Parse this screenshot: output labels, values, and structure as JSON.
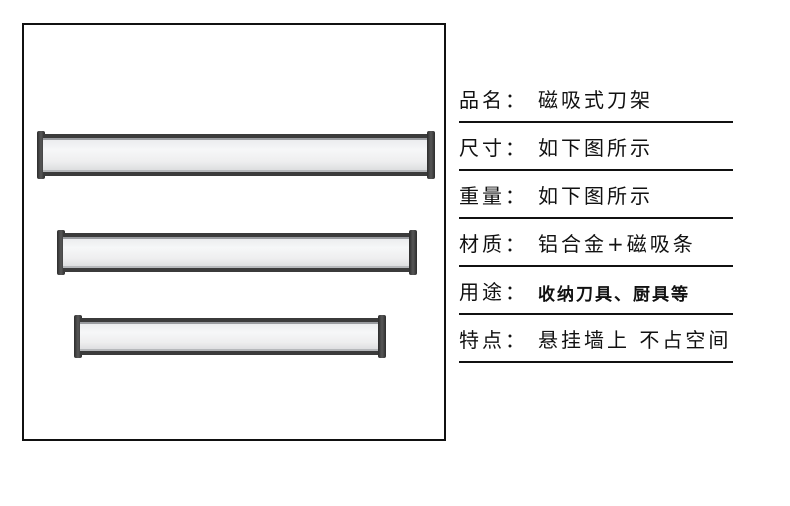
{
  "specs": [
    {
      "label": "品名",
      "separator": "：",
      "value": "磁吸式刀架"
    },
    {
      "label": "尺寸",
      "separator": "：",
      "value": "如下图所示"
    },
    {
      "label": "重量",
      "separator": "：",
      "value": "如下图所示"
    },
    {
      "label": "材质",
      "separator": "：",
      "value": "铝合金+磁吸条"
    },
    {
      "label": "用途",
      "separator": "：",
      "value": "收纳刀具、厨具等"
    },
    {
      "label": "特点",
      "separator": "：",
      "value": "悬挂墙上 不占空间"
    }
  ],
  "colors": {
    "frame": "#111111",
    "rack_strip": "#3b3b3b",
    "rack_face": "#f0f1f2",
    "rack_cap": "#2c2c2c"
  }
}
